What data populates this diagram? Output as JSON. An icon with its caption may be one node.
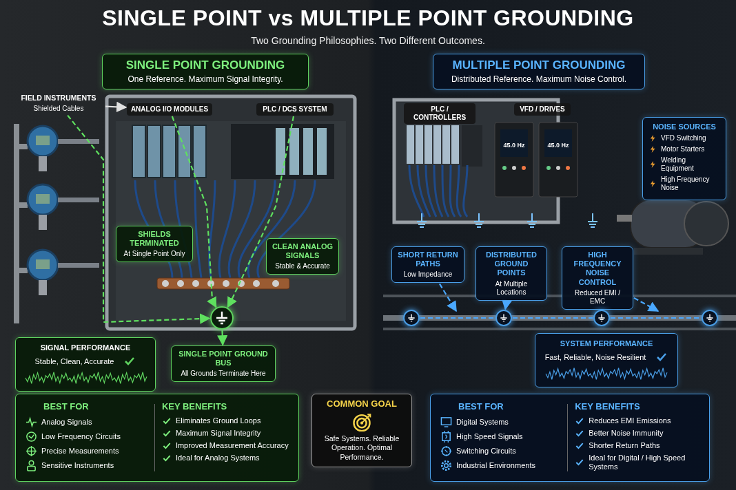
{
  "diagram": {
    "title": "SINGLE POINT vs MULTIPLE POINT GROUNDING",
    "nodes": [
      {
        "text": [
          "SINGLE POINT GROUNDING",
          "One Reference. Maximum Signal Integrity."
        ]
      },
      {
        "text": [
          "FIELD INSTRUMENTS",
          "Shielded Cables"
        ]
      },
      {
        "text": [
          "ANALOG I/O MODULES"
        ]
      },
      {
        "text": [
          "PLC / DCS SYSTEM"
        ]
      },
      {
        "text": [
          "SHIELDS TERMINATED",
          "At Single Point Only"
        ]
      },
      {
        "text": [
          "CLEAN ANALOG SIGNALS",
          "Stable & Accurate"
        ]
      },
      {
        "text": [],
        "shape": "circle"
      },
      {
        "text": [
          "SINGLE POINT GROUND BUS",
          "All Grounds Terminate Here"
        ]
      },
      {
        "text": [
          "SIGNAL PERFORMANCE",
          "Stable, Clean, Accurate"
        ]
      },
      {
        "text": [
          "MULTIPLE POINT GROUNDING",
          "Distributed Reference. Maximum Noise Control."
        ]
      },
      {
        "text": [
          "PLC / CONTROLLERS"
        ]
      },
      {
        "text": [
          "VFD / DRIVES"
        ]
      },
      {
        "text": [
          "NOISE SOURCES",
          "VFD Switching",
          "Motor Starters",
          "Welding Equipment",
          "High Frequency Noise"
        ]
      },
      {
        "text": [
          "SHORT RETURN PATHS",
          "Low Impedance"
        ]
      },
      {
        "text": [
          "DISTRIBUTED GROUND POINTS",
          "At Multiple Locations"
        ]
      },
      {
        "text": [
          "HIGH FREQUENCY NOISE CONTROL",
          "Reduced EMI / EMC"
        ]
      },
      {
        "text": [],
        "shape": "circle"
      },
      {
        "text": [],
        "shape": "circle"
      },
      {
        "text": [],
        "shape": "circle"
      },
      {
        "text": [],
        "shape": "circle"
      },
      {
        "text": [
          "SYSTEM PERFORMANCE",
          "Fast, Reliable, Noise Resilient"
        ]
      },
      {
        "text": [
          "BEST FOR",
          "Analog Signals",
          "Low Frequency Circuits",
          "Precise Measurements",
          "Sensitive Instruments",
          "KEY BENEFITS",
          "Eliminates Ground Loops",
          "Maximum Signal Integrity",
          "Improved Measurement Accuracy",
          "Ideal for Analog Systems"
        ]
      },
      {
        "text": [
          "COMMON GOAL",
          "Safe Systems. Reliable Operation. Optimal Performance."
        ]
      },
      {
        "text": [
          "BEST FOR",
          "Digital Systems",
          "High Speed Signals",
          "Switching Circuits",
          "Industrial Environments",
          "KEY BENEFITS",
          "Reduces EMI Emissions",
          "Better Noise Immunity",
          "Shorter Return Paths",
          "Ideal for Digital / High Speed Systems"
        ]
      }
    ],
    "edges": [
      {
        "from": 1,
        "to": 2,
        "arrow": "to",
        "color": "#e0e0e0"
      },
      {
        "from": 1,
        "to": 6,
        "arrow": "to",
        "style": "dashed",
        "color": "#5fe05f"
      },
      {
        "from": 2,
        "to": 6,
        "arrow": "to",
        "style": "dashed",
        "color": "#5fe05f"
      },
      {
        "from": 3,
        "to": 6,
        "arrow": "to",
        "style": "dashed",
        "color": "#5fe05f"
      },
      {
        "from": 6,
        "to": 7,
        "arrow": "to",
        "color": "#5fe05f"
      },
      {
        "from": 13,
        "to": null,
        "arrow": "to",
        "style": "dashed",
        "color": "#4aa8ff"
      },
      {
        "from": 14,
        "to": 17,
        "arrow": "to",
        "style": "dashed",
        "color": "#4aa8ff"
      },
      {
        "from": 15,
        "to": null,
        "arrow": "to",
        "style": "dashed",
        "color": "#4aa8ff"
      },
      {
        "from": 16,
        "to": 17,
        "arrow": "none",
        "style": "dashed",
        "color": "#4aa8ff"
      },
      {
        "from": 17,
        "to": 18,
        "arrow": "none",
        "style": "dashed",
        "color": "#4aa8ff"
      },
      {
        "from": 18,
        "to": 19,
        "arrow": "none",
        "style": "dashed",
        "color": "#4aa8ff"
      }
    ],
    "labels": [
      "Two Grounding Philosophies. Two Different Outcomes.",
      "45.0 Hz",
      "45.0 Hz"
    ]
  }
}
